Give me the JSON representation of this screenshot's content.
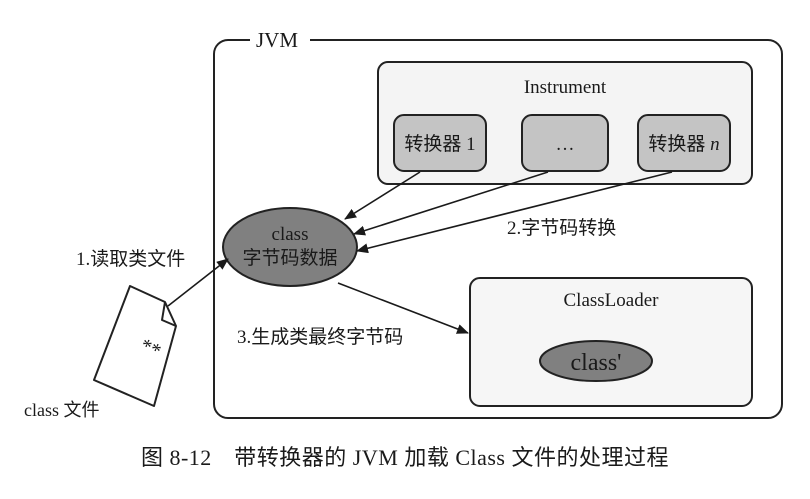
{
  "diagram": {
    "jvm_label": "JVM",
    "instrument_label": "Instrument",
    "transformers": [
      {
        "label": "转换器 1"
      },
      {
        "label": "…"
      },
      {
        "label": "转换器 ",
        "italic_suffix": "n"
      }
    ],
    "bytecode_ellipse": {
      "line1": "class",
      "line2": "字节码数据"
    },
    "classloader_label": "ClassLoader",
    "class_prime_label": "class'",
    "file_label": "class 文件",
    "file_stars": "**",
    "steps": {
      "read": "1.读取类文件",
      "transform": "2.字节码转换",
      "generate": "3.生成类最终字节码"
    }
  },
  "caption": "图 8-12　带转换器的 JVM 加载 Class 文件的处理过程"
}
